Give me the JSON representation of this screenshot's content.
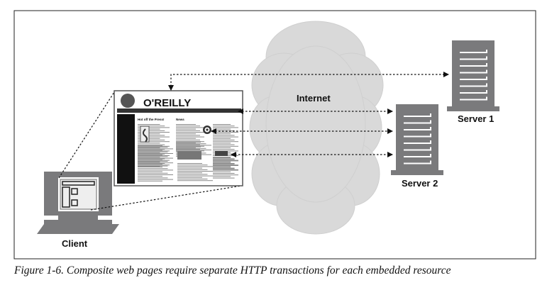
{
  "figure": {
    "caption": "Figure 1-6. Composite web pages require separate HTTP transactions for each embedded resource",
    "labels": {
      "internet": "Internet",
      "client": "Client",
      "server1": "Server 1",
      "server2": "Server 2"
    },
    "webpage": {
      "logo": "O'REILLY",
      "headline1": "Hot off the Press!",
      "headline2": "News"
    },
    "colors": {
      "device_gray": "#7a7a7c",
      "cloud_gray": "#d9d9d9",
      "frame": "#222222"
    }
  }
}
